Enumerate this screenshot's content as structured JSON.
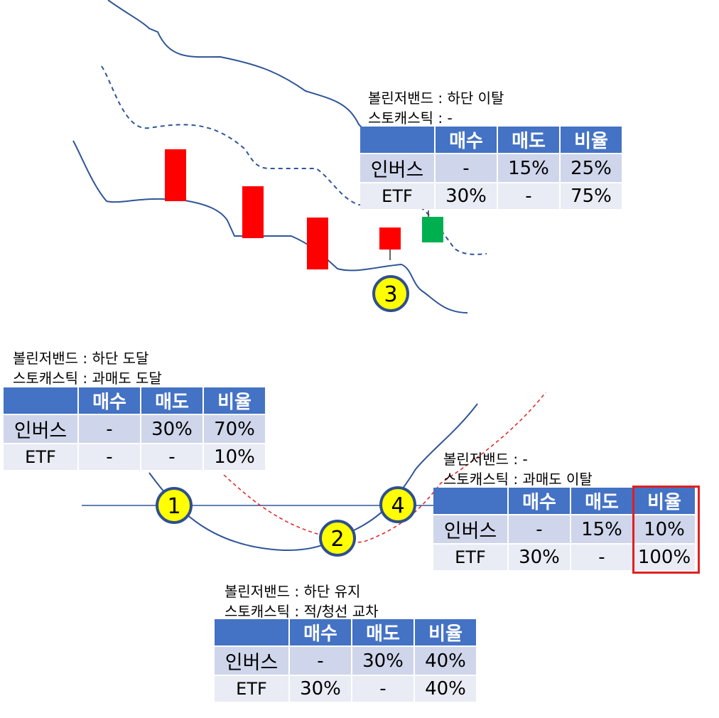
{
  "panels": [
    {
      "id": "p3",
      "bollinger": "볼린저밴드 : 하단 이탈",
      "stochastic": "스토캐스틱 : -",
      "headers": [
        "매수",
        "매도",
        "비율"
      ],
      "rows": [
        {
          "label": "인버스",
          "buy": "-",
          "sell": "15%",
          "ratio": "25%"
        },
        {
          "label": "ETF",
          "buy": "30%",
          "sell": "-",
          "ratio": "75%"
        }
      ]
    },
    {
      "id": "p1",
      "bollinger": "볼린저밴드 : 하단 도달",
      "stochastic": "스토캐스틱 : 과매도 도달",
      "headers": [
        "매수",
        "매도",
        "비율"
      ],
      "rows": [
        {
          "label": "인버스",
          "buy": "-",
          "sell": "30%",
          "ratio": "70%"
        },
        {
          "label": "ETF",
          "buy": "-",
          "sell": "-",
          "ratio": "10%"
        }
      ]
    },
    {
      "id": "p4",
      "bollinger": "볼린저밴드 : -",
      "stochastic": "스토캐스틱 : 과매도 이탈",
      "headers": [
        "매수",
        "매도",
        "비율"
      ],
      "rows": [
        {
          "label": "인버스",
          "buy": "-",
          "sell": "15%",
          "ratio": "10%"
        },
        {
          "label": "ETF",
          "buy": "30%",
          "sell": "-",
          "ratio": "100%"
        }
      ],
      "highlight_ratio_column": true
    },
    {
      "id": "p2",
      "bollinger": "볼린저밴드 : 하단 유지",
      "stochastic": "스토캐스틱 : 적/청선 교차",
      "headers": [
        "매수",
        "매도",
        "비율"
      ],
      "rows": [
        {
          "label": "인버스",
          "buy": "-",
          "sell": "30%",
          "ratio": "40%"
        },
        {
          "label": "ETF",
          "buy": "30%",
          "sell": "-",
          "ratio": "40%"
        }
      ]
    }
  ],
  "markers": [
    "1",
    "2",
    "3",
    "4"
  ],
  "colors": {
    "line": "#2f5597",
    "bearish_candle": "#ff0000",
    "bullish_candle": "#00b050",
    "dashed_red": "#e02020",
    "marker_fill": "#ffff00",
    "marker_stroke": "#2f4f8f",
    "header_blue": "#4472c4",
    "highlight": "#e02020"
  }
}
